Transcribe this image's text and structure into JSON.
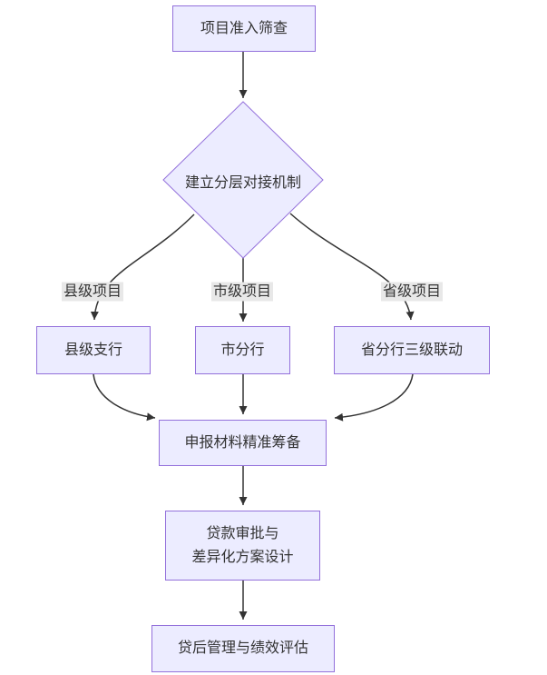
{
  "theme": {
    "node_fill": "#ECECFF",
    "node_border": "#9370DB",
    "edge_color": "#333333",
    "edge_label_bg": "#e8e8e8",
    "text_color": "#333333",
    "background": "#ffffff"
  },
  "nodes": {
    "screening": {
      "label": "项目准入筛查"
    },
    "mechanism": {
      "label": "建立分层对接机制"
    },
    "county_branch": {
      "label": "县级支行"
    },
    "city_branch": {
      "label": "市分行"
    },
    "province_branch": {
      "label": "省分行三级联动"
    },
    "materials": {
      "label": "申报材料精准筹备"
    },
    "approval": {
      "line1": "贷款审批与",
      "line2": "差异化方案设计"
    },
    "post_loan": {
      "label": "贷后管理与绩效评估"
    }
  },
  "edge_labels": {
    "county": "县级项目",
    "city": "市级项目",
    "province": "省级项目"
  }
}
